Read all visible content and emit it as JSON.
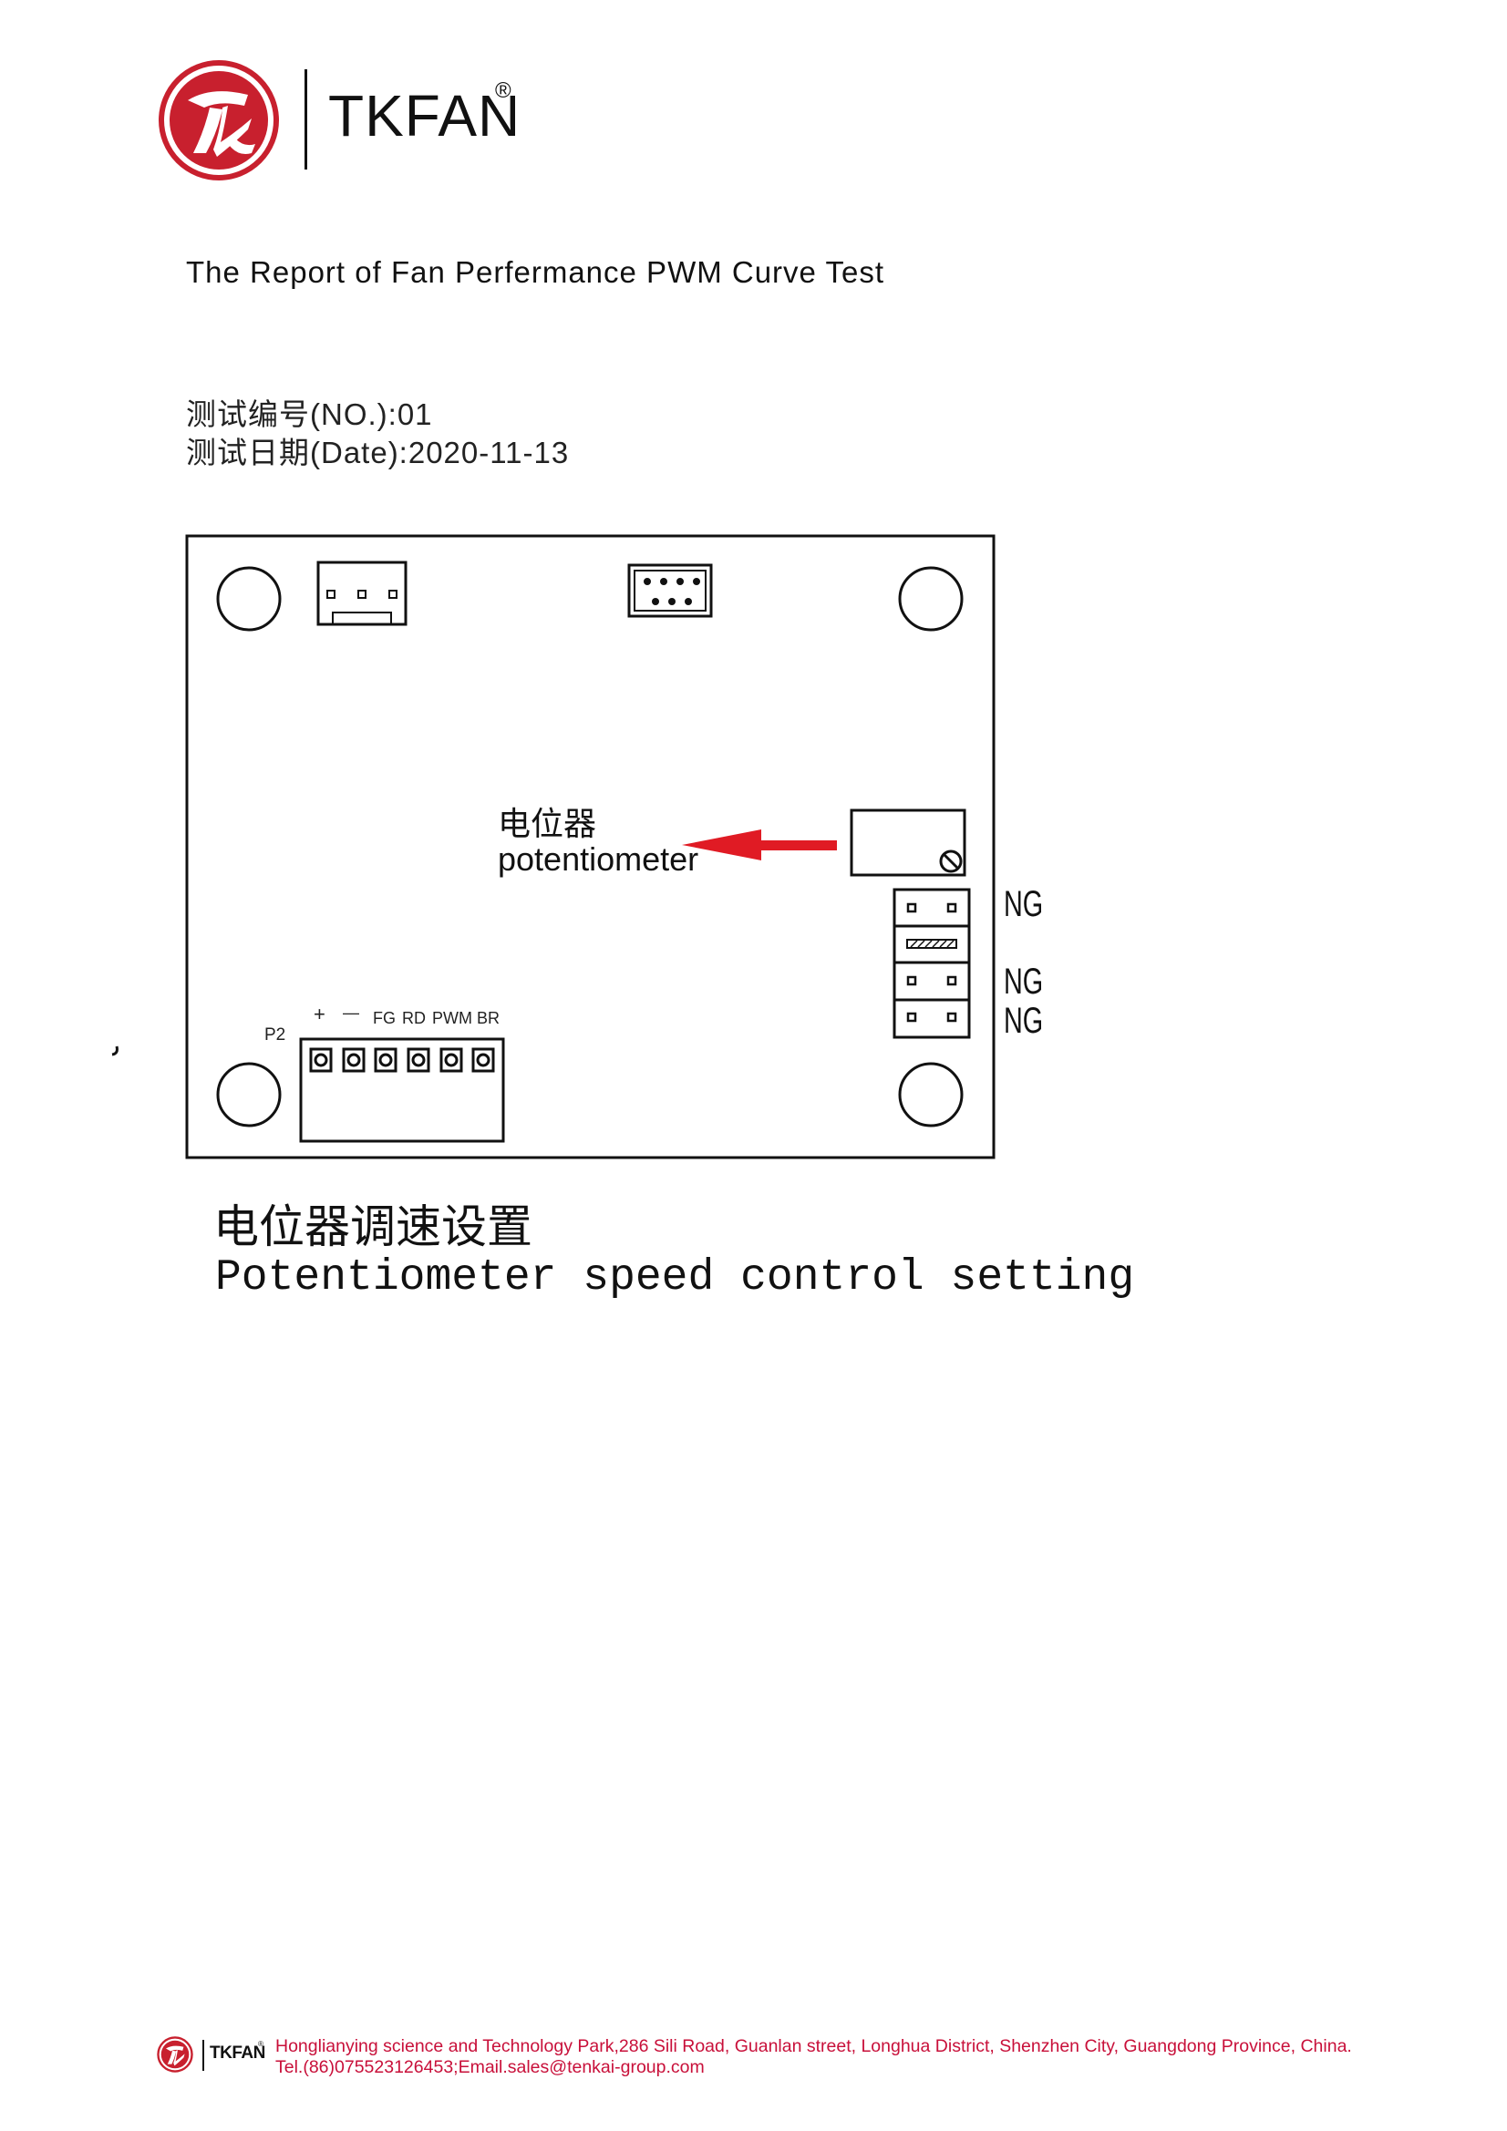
{
  "header": {
    "brand": "TKFAN",
    "registered_mark": "®",
    "logo_icon": "tk-swirl-logo-icon",
    "brand_color": "#c8202e"
  },
  "report": {
    "title": "The Report of Fan Perfermance PWM Curve Test",
    "number_line": "测试编号(NO.):01",
    "date_line": "测试日期(Date):2020-11-13"
  },
  "diagram": {
    "potentiometer_cn": "电位器",
    "potentiometer_en": "potentiometer",
    "connector_label": "P2",
    "pin_labels": [
      "+",
      "—",
      "FG",
      "RD",
      "PWM",
      "BR"
    ],
    "jumper_marks": [
      "NG",
      "NG",
      "NG"
    ],
    "arrow_color": "#e01b24"
  },
  "caption": {
    "cn": "电位器调速设置",
    "en": "Potentiometer speed control setting"
  },
  "footer": {
    "brand": "TKFAN",
    "registered_mark": "®",
    "address": "Honglianying science and Technology Park,286 Sili Road, Guanlan street, Longhua District, Shenzhen City, Guangdong Province, China.",
    "contact": "Tel.(86)075523126453;Email.sales@tenkai-group.com",
    "text_color": "#c8103a"
  }
}
